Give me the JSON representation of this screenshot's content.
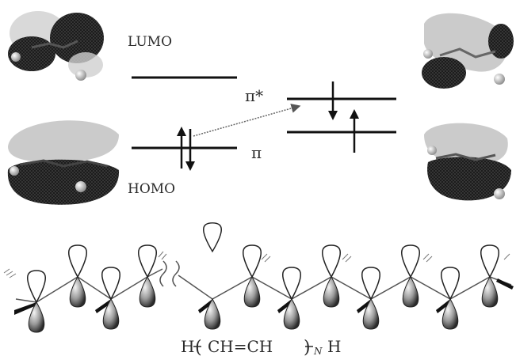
{
  "figure": {
    "labels": {
      "lumo": "LUMO",
      "homo": "HOMO",
      "pi_star": "π*",
      "pi": "π"
    },
    "formula": {
      "left_h": "H",
      "open_bracket": "(",
      "repeat_unit": "CH=CH",
      "close_bracket": ")",
      "subscript": "N",
      "right_h": "H"
    },
    "colors": {
      "background": "#ffffff",
      "orbital_dark": "#2f2f2f",
      "orbital_light": "#b8b8b8",
      "line": "#111111",
      "text": "#2b2b2b"
    }
  }
}
